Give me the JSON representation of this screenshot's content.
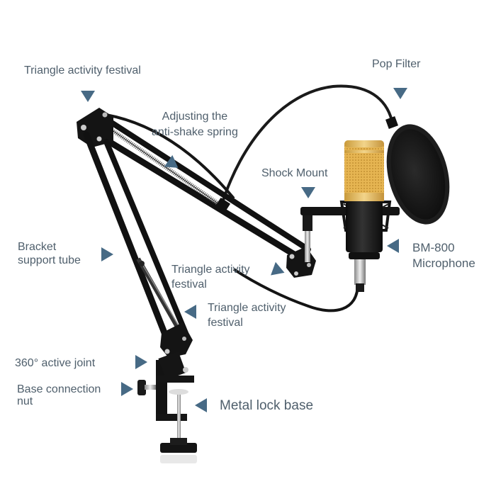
{
  "product": {
    "name": "BM-800 Microphone with scissor arm stand",
    "colors": {
      "label_text": "#4f5f6c",
      "arrow": "#476a85",
      "arm": "#111111",
      "grille_gold": "#e2b04a",
      "pop_filter": "#1a1a1a",
      "background": "#ffffff"
    }
  },
  "labels": {
    "top_joint": "Triangle activity festival",
    "spring_line1": "Adjusting the",
    "spring_line2": "anti-shake spring",
    "pop_filter": "Pop Filter",
    "shock_mount": "Shock Mount",
    "bracket_line1": "Bracket",
    "bracket_line2": "support tube",
    "mic_line1": "BM-800",
    "mic_line2": "Microphone",
    "mid_joint_line1": "Triangle activity",
    "mid_joint_line2": "festival",
    "lower_joint_line1": "Triangle activity",
    "lower_joint_line2": "festival",
    "active_joint": "360° active joint",
    "base_nut_line1": "Base connection",
    "base_nut_line2": "nut",
    "lock_base": "Metal lock base"
  },
  "icons": {
    "arrow_top_joint": "triangle-down-icon",
    "arrow_pop_filter": "triangle-down-icon",
    "arrow_shock_mount": "triangle-down-icon",
    "arrow_spring": "triangle-pointer-icon",
    "arrow_bracket": "triangle-right-icon",
    "arrow_mic": "triangle-left-icon",
    "arrow_mid_joint": "triangle-pointer-icon",
    "arrow_lower_joint": "triangle-left-icon",
    "arrow_active_joint": "triangle-right-icon",
    "arrow_base_nut": "triangle-right-icon",
    "arrow_lock_base": "triangle-left-icon"
  }
}
